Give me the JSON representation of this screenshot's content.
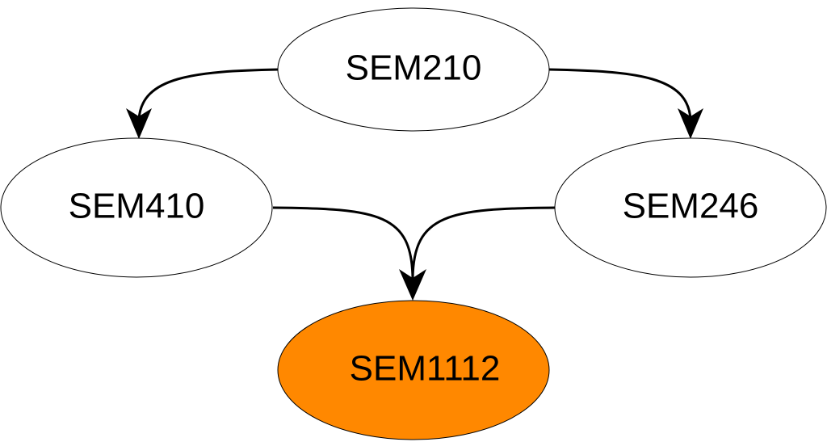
{
  "nodes": {
    "sem210": {
      "label": "SEM210",
      "fill": "#ffffff"
    },
    "sem410": {
      "label": "SEM410",
      "fill": "#ffffff"
    },
    "sem246": {
      "label": "SEM246",
      "fill": "#ffffff"
    },
    "sem1112": {
      "label": "SEM1112",
      "fill": "#ff8800"
    }
  },
  "edges": [
    {
      "from": "SEM210",
      "to": "SEM410"
    },
    {
      "from": "SEM210",
      "to": "SEM246"
    },
    {
      "from": "SEM410",
      "to": "SEM1112"
    },
    {
      "from": "SEM246",
      "to": "SEM1112"
    }
  ],
  "colors": {
    "edge": "#000000",
    "outline": "#000000"
  }
}
